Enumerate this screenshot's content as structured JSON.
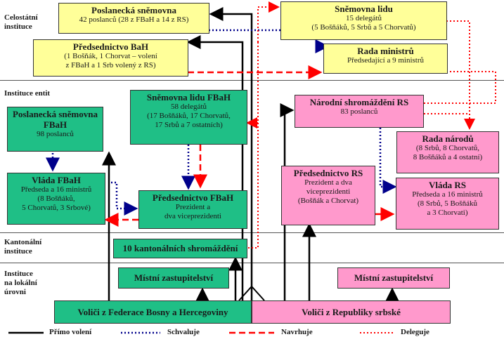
{
  "levels": {
    "national": [
      "Celostátní",
      "instituce"
    ],
    "entity": [
      "Instituce entit"
    ],
    "canton": [
      "Kantonální",
      "instituce"
    ],
    "local": [
      "Instituce",
      "na lokální",
      "úrovni"
    ]
  },
  "boxes": {
    "poslanecka_snemovna": {
      "title": "Poslanecká sněmovna",
      "lines": [
        "42 poslanců (28 z FBaH a 14 z RS)"
      ]
    },
    "predsednictvo_bah": {
      "title": "Předsednictvo BaH",
      "lines": [
        "(1 Bošňák, 1 Chorvat – volení",
        "z FBaH a 1 Srb volený z RS)"
      ]
    },
    "snemovna_lidu": {
      "title": "Sněmovna lidu",
      "lines": [
        "15 delegátů",
        "(5 Bošňáků, 5 Srbů a 5 Chorvatů)"
      ]
    },
    "rada_ministru": {
      "title": "Rada ministrů",
      "lines": [
        "Předsedající a 9 ministrů"
      ]
    },
    "poslanecka_fbah": {
      "title": "Poslanecká sněmovna FBaH",
      "lines": [
        "98 poslanců"
      ]
    },
    "snemovna_lidu_fbah": {
      "title": "Sněmovna lidu FBaH",
      "lines": [
        "58 delegátů",
        "(17 Bošňáků, 17 Chorvatů,",
        "17 Srbů a 7 ostatních)"
      ]
    },
    "vlada_fbah": {
      "title": "Vláda FBaH",
      "lines": [
        "Předseda a 16 ministrů",
        "(8 Bošňáků,",
        "5 Chorvatů, 3 Srbové)"
      ]
    },
    "predsednictvo_fbah": {
      "title": "Předsednictvo FBaH",
      "lines": [
        "Prezident a",
        "dva viceprezidenti"
      ]
    },
    "narodni_shromazdeni": {
      "title": "Národní shromáždění RS",
      "lines": [
        "83 poslanců"
      ]
    },
    "rada_narodu": {
      "title": "Rada národů",
      "lines": [
        "(8 Srbů, 8 Chorvatů,",
        "8 Bošňáků a 4 ostatní)"
      ]
    },
    "predsednictvo_rs": {
      "title": "Předsednictvo RS",
      "lines": [
        "Prezident a dva",
        "viceprezidenti",
        "(Bošňák a Chorvat)"
      ]
    },
    "vlada_rs": {
      "title": "Vláda RS",
      "lines": [
        "Předseda a 16 ministrů",
        "(8 Srbů, 5 Bošňáků",
        "a 3 Chorvati)"
      ]
    },
    "kantonalni": {
      "title": "10 kantonálních shromáždění",
      "lines": []
    },
    "mistni_fbah": {
      "title": "Místní zastupitelství",
      "lines": []
    },
    "mistni_rs": {
      "title": "Místní zastupitelství",
      "lines": []
    },
    "volici_fbah": {
      "title": "Voliči z Federace Bosny a Hercegoviny",
      "lines": []
    },
    "volici_rs": {
      "title": "Voliči z Republiky srbské",
      "lines": []
    }
  },
  "legend": {
    "direct": "Přímo volení",
    "approves": "Schvaluje",
    "proposes": "Navrhuje",
    "delegates": "Deleguje"
  },
  "colors": {
    "national_box": "#ffff99",
    "fbah_box": "#1fbf86",
    "rs_box": "#ff99cc",
    "direct_line": "#000000",
    "approves_line": "#00008b",
    "proposes_line": "#ff0000",
    "delegates_line": "#ff0000"
  }
}
